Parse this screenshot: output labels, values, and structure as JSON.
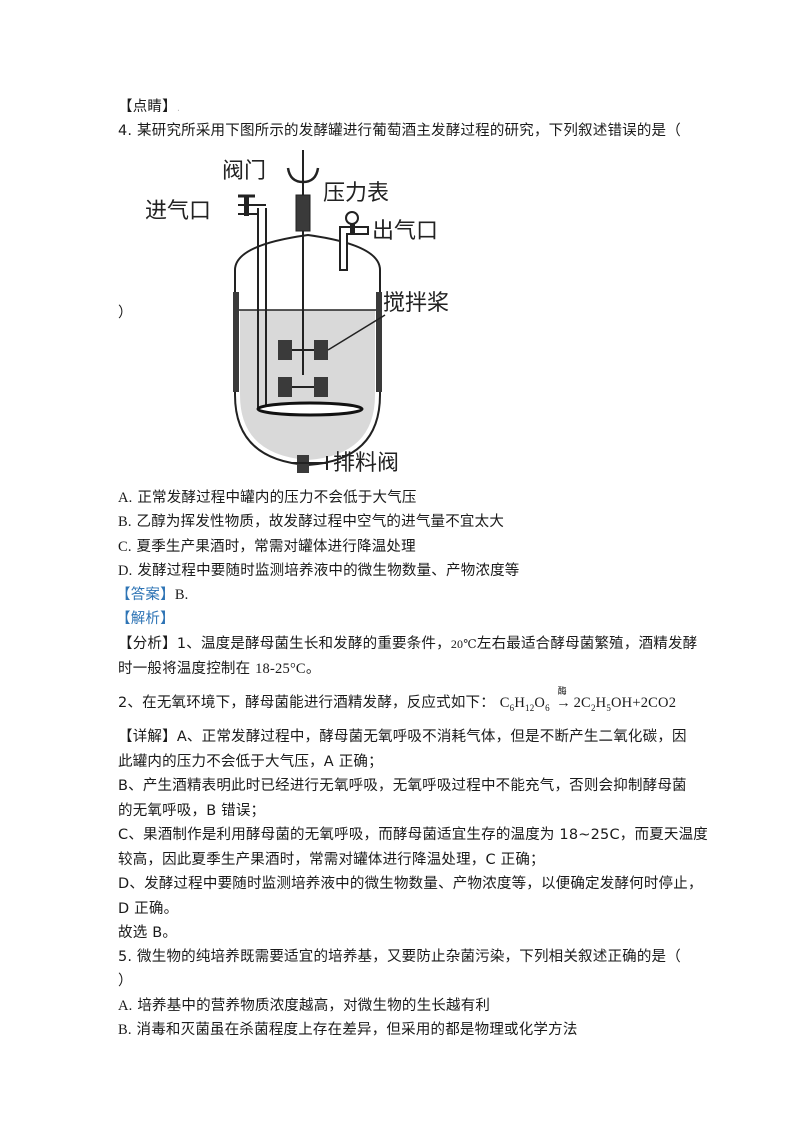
{
  "document": {
    "highlight_label": "【点睛】",
    "question4": {
      "stem": "4. 某研究所采用下图所示的发酵罐进行葡萄酒主发酵过程的研究，下列叙述错误的是（",
      "stem_close": "）",
      "diagram": {
        "labels": {
          "valve": "阀门",
          "air_inlet": "进气口",
          "pressure_gauge": "压力表",
          "air_outlet": "出气口",
          "stirring_paddle": "搅拌桨",
          "discharge_valve": "排料阀"
        }
      },
      "options": [
        {
          "key": "A.",
          "text": "正常发酵过程中罐内的压力不会低于大气压"
        },
        {
          "key": "B.",
          "text": "乙醇为挥发性物质，故发酵过程中空气的进气量不宜太大"
        },
        {
          "key": "C.",
          "text": "夏季生产果酒时，常需对罐体进行降温处理"
        },
        {
          "key": "D.",
          "text": "发酵过程中要随时监测培养液中的微生物数量、产物浓度等"
        }
      ],
      "answer_label": "【答案】",
      "answer_value": "B.",
      "analysis_label": "【解析】",
      "analysis_header": "【分析】",
      "analysis_1_line1_a": "1、温度是酵母菌生长和发酵的重要条件，",
      "analysis_1_temp": "20℃",
      "analysis_1_line1_b": "左右最适合酵母菌繁殖，酒精发酵",
      "analysis_1_line2_a": "时一般将温度控制在 ",
      "analysis_1_range": "18-25°C",
      "analysis_1_line2_b": "。",
      "analysis_2_text": "2、在无氧环境下，酵母菌能进行酒精发酵，反应式如下：",
      "formula": {
        "reactant_c": "C",
        "reactant_c_sub": "6",
        "reactant_h": "H",
        "reactant_h_sub": "12",
        "reactant_o": "O",
        "reactant_o_sub": "6",
        "arrow_label": "酶",
        "arrow": "→",
        "product_1": "2C",
        "product_1_sub1": "2",
        "product_1_h": "H",
        "product_1_sub2": "5",
        "product_1_tail": "OH+2CO2"
      },
      "detail_label": "【详解】",
      "details": [
        "A、正常发酵过程中，酵母菌无氧呼吸不消耗气体，但是不断产生二氧化碳，因",
        "此罐内的压力不会低于大气压，A 正确；",
        "B、产生酒精表明此时已经进行无氧呼吸，无氧呼吸过程中不能充气，否则会抑制酵母菌",
        "的无氧呼吸，B 错误；",
        "C、果酒制作是利用酵母菌的无氧呼吸，而酵母菌适宜生存的温度为 18~25C，而夏天温度",
        "较高，因此夏季生产果酒时，常需对罐体进行降温处理，C 正确；",
        "D、发酵过程中要随时监测培养液中的微生物数量、产物浓度等，以便确定发酵何时停止，",
        "D 正确。"
      ],
      "conclusion": "故选 B。"
    },
    "question5": {
      "stem": "5. 微生物的纯培养既需要适宜的培养基，又要防止杂菌污染，下列相关叙述正确的是（",
      "stem_close": "）",
      "options": [
        {
          "key": "A.",
          "text": "培养基中的营养物质浓度越高，对微生物的生长越有利"
        },
        {
          "key": "B.",
          "text": "消毒和灭菌虽在杀菌程度上存在差异，但采用的都是物理或化学方法"
        }
      ]
    },
    "paragraph_mark": "."
  },
  "colors": {
    "text": "#1a1a1a",
    "accent_blue": "#2e74b5",
    "liquid_fill": "#d9d9d9",
    "dark_part": "#3a3a3a"
  }
}
